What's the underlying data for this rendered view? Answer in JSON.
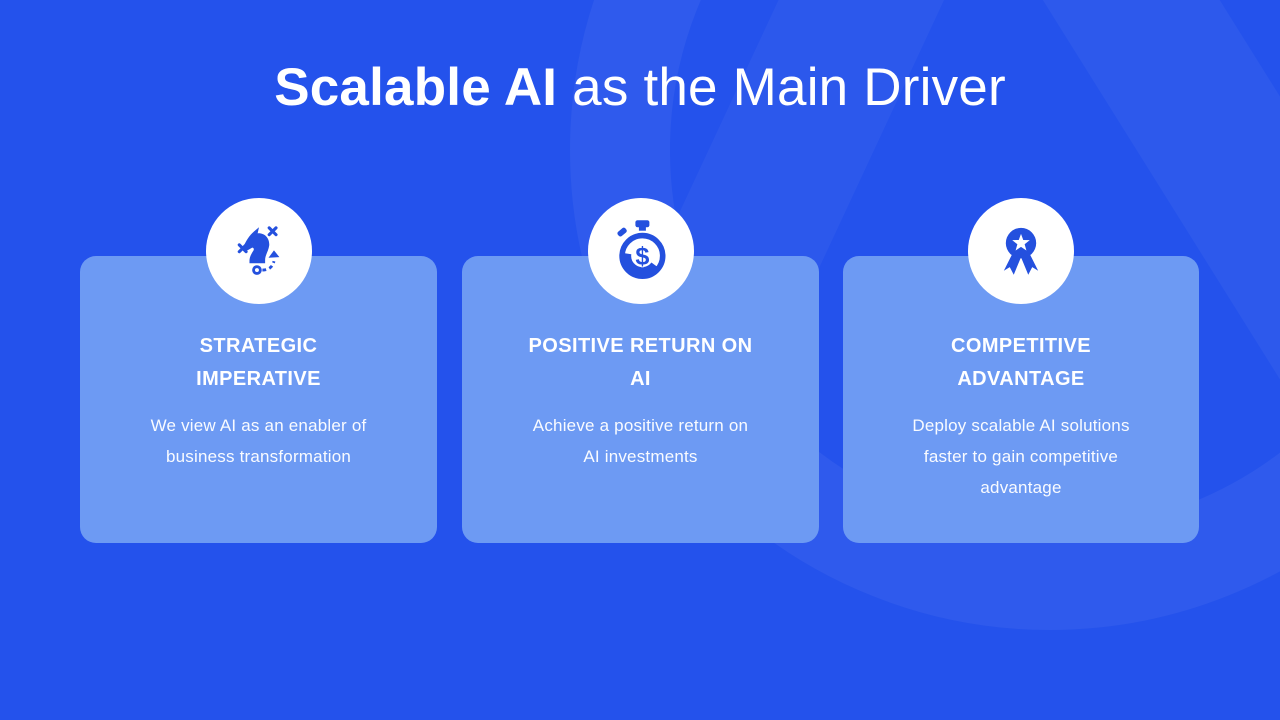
{
  "slide": {
    "title_bold": "Scalable AI",
    "title_rest": " as the Main Driver",
    "colors": {
      "background": "#2452EC",
      "card": "#6D9AF3",
      "icon_circle": "#FFFFFF",
      "icon_glyph": "#2450DE",
      "text": "#FFFFFF"
    },
    "cards": [
      {
        "name": "Strategic Imperative",
        "icon": "chess-knight-strategy-icon",
        "heading_lines": [
          "STRATEGIC",
          "IMPERATIVE"
        ],
        "body_lines": [
          "We view AI as an enabler of",
          "business transformation"
        ]
      },
      {
        "name": "Positive Return on AI",
        "icon": "stopwatch-dollar-icon",
        "heading_lines": [
          "POSITIVE RETURN ON",
          "AI"
        ],
        "body_lines": [
          "Achieve a positive return on",
          "AI investments"
        ]
      },
      {
        "name": "Competitive Advantage",
        "icon": "award-medal-icon",
        "heading_lines": [
          "COMPETITIVE",
          "ADVANTAGE"
        ],
        "body_lines": [
          "Deploy scalable AI solutions",
          "faster to gain competitive",
          "advantage"
        ]
      }
    ]
  }
}
